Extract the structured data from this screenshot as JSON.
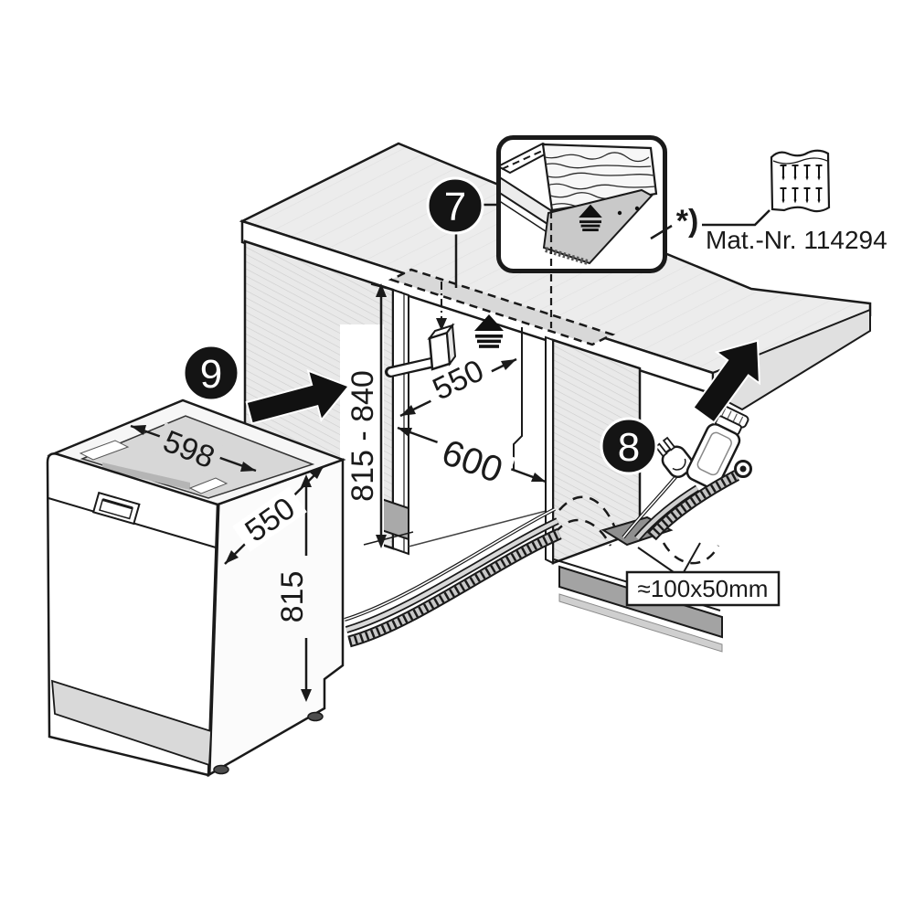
{
  "diagram": {
    "type": "appliance-installation-diagram",
    "subject": "built-under dishwasher installation",
    "badges": {
      "step7": "7",
      "step8": "8",
      "step9": "9"
    },
    "dimensions": {
      "appliance_width": "598",
      "appliance_depth": "550",
      "appliance_height": "815",
      "niche_height_range": "815 - 840",
      "niche_depth": "550",
      "niche_width": "600"
    },
    "labels": {
      "cutout_size": "≈100x50mm",
      "footnote_marker": "*)",
      "material_number": "Mat.-Nr. 114294"
    },
    "colors": {
      "line": "#1a1a1a",
      "badge_bg": "#141414",
      "badge_text": "#ffffff",
      "appliance_top_gray": "#d7d7d7",
      "wall_hatch_gray": "#e9e9e9",
      "plate_gray": "#c9c9c9",
      "plinth_gray": "#a3a3a3",
      "hole_gray": "#8f8f8f"
    }
  }
}
